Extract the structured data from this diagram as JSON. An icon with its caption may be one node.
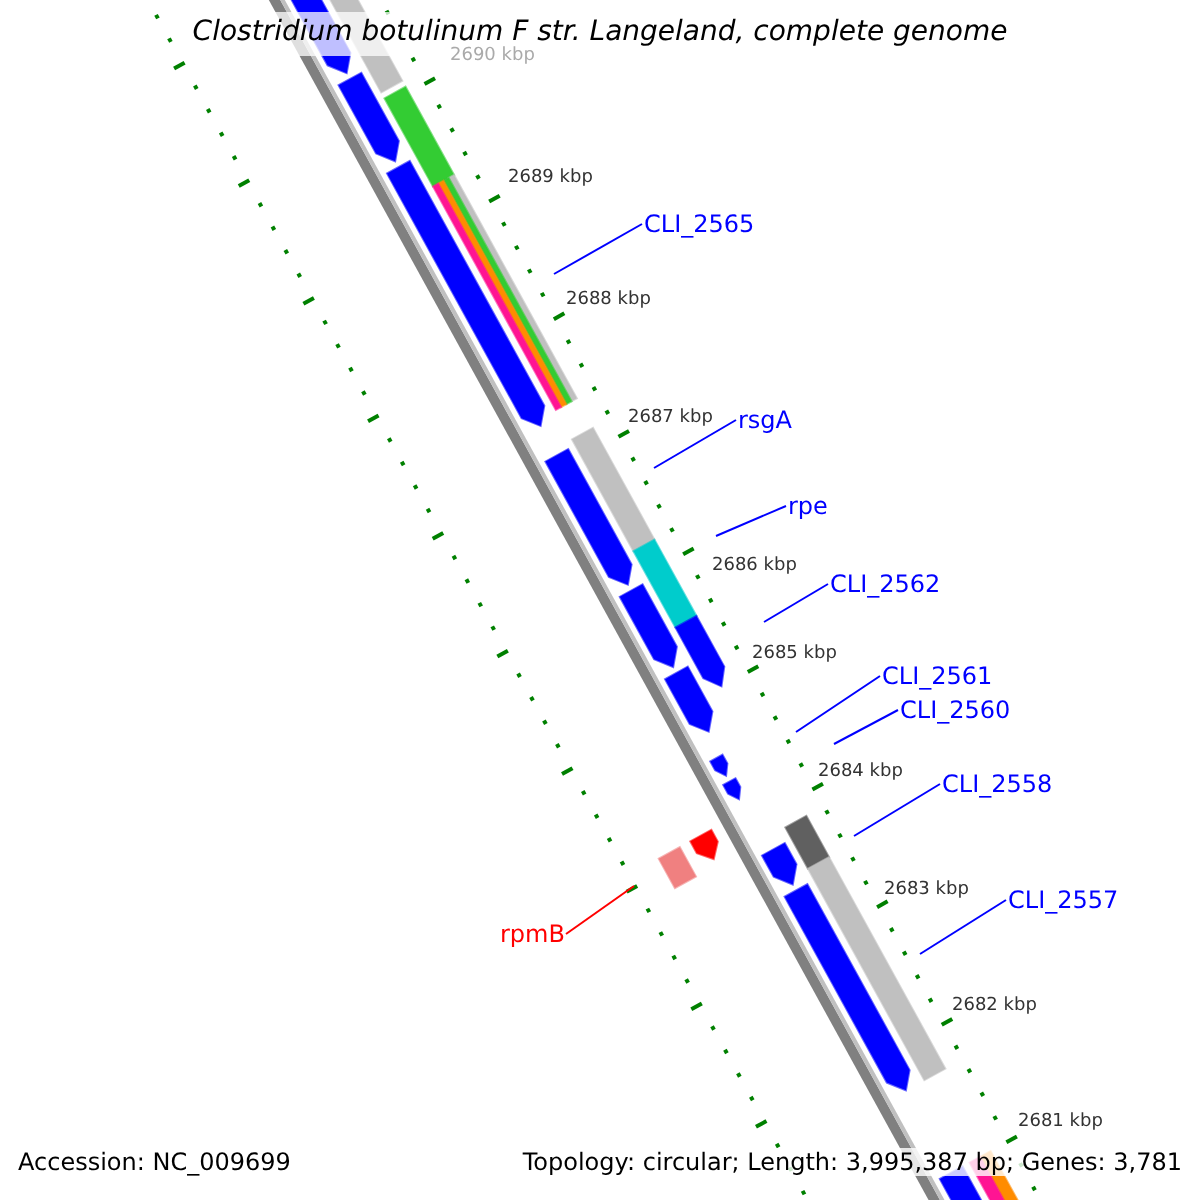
{
  "diagram": {
    "title": "Clostridium botulinum F str. Langeland, complete genome",
    "nodes": [
      {
        "text": [
          "CLI_2565"
        ]
      },
      {
        "text": [
          "rsgA"
        ]
      },
      {
        "text": [
          "rpe"
        ]
      },
      {
        "text": [
          "CLI_2562"
        ]
      },
      {
        "text": [
          "CLI_2561"
        ]
      },
      {
        "text": [
          "CLI_2560"
        ]
      },
      {
        "text": [
          "CLI_2558"
        ]
      },
      {
        "text": [
          "CLI_2557"
        ]
      },
      {
        "text": [
          "rpmB"
        ]
      }
    ],
    "edges": [
      {
        "from": 0,
        "to": null,
        "arrow": "none"
      },
      {
        "from": 1,
        "to": null,
        "arrow": "none"
      },
      {
        "from": 2,
        "to": null,
        "arrow": "none"
      },
      {
        "from": 3,
        "to": null,
        "arrow": "none"
      },
      {
        "from": 4,
        "to": null,
        "arrow": "none"
      },
      {
        "from": 5,
        "to": null,
        "arrow": "none"
      },
      {
        "from": 6,
        "to": null,
        "arrow": "none"
      },
      {
        "from": 7,
        "to": null,
        "arrow": "none"
      },
      {
        "from": 8,
        "to": null,
        "arrow": "none",
        "color": "#ff0000"
      }
    ],
    "labels": [
      "2690 kbp",
      "2689 kbp",
      "2688 kbp",
      "2687 kbp",
      "2686 kbp",
      "2685 kbp",
      "2684 kbp",
      "2683 kbp",
      "2682 kbp",
      "2681 kbp",
      "Accession: NC_009699",
      "Topology: circular; Length: 3,995,387 bp; Genes: 3,781"
    ]
  }
}
